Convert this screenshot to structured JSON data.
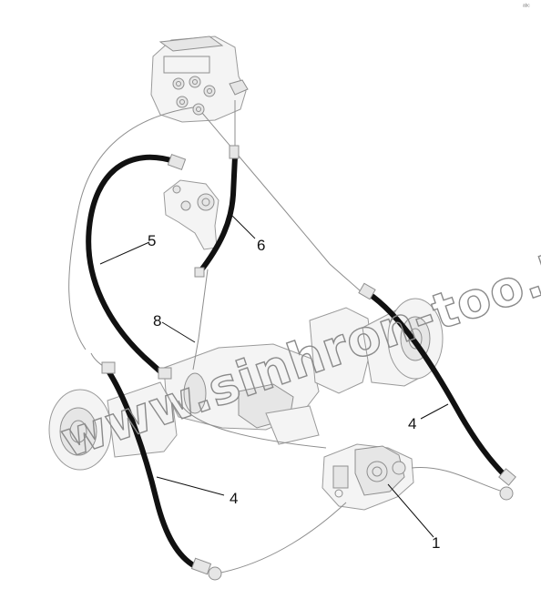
{
  "corner_mark": "ᵃᵇᶜ",
  "watermark": "www.sinhron-too.kz",
  "callouts": [
    {
      "label": "1"
    },
    {
      "label": "4"
    },
    {
      "label": "4"
    },
    {
      "label": "5"
    },
    {
      "label": "6"
    },
    {
      "label": "8"
    }
  ]
}
